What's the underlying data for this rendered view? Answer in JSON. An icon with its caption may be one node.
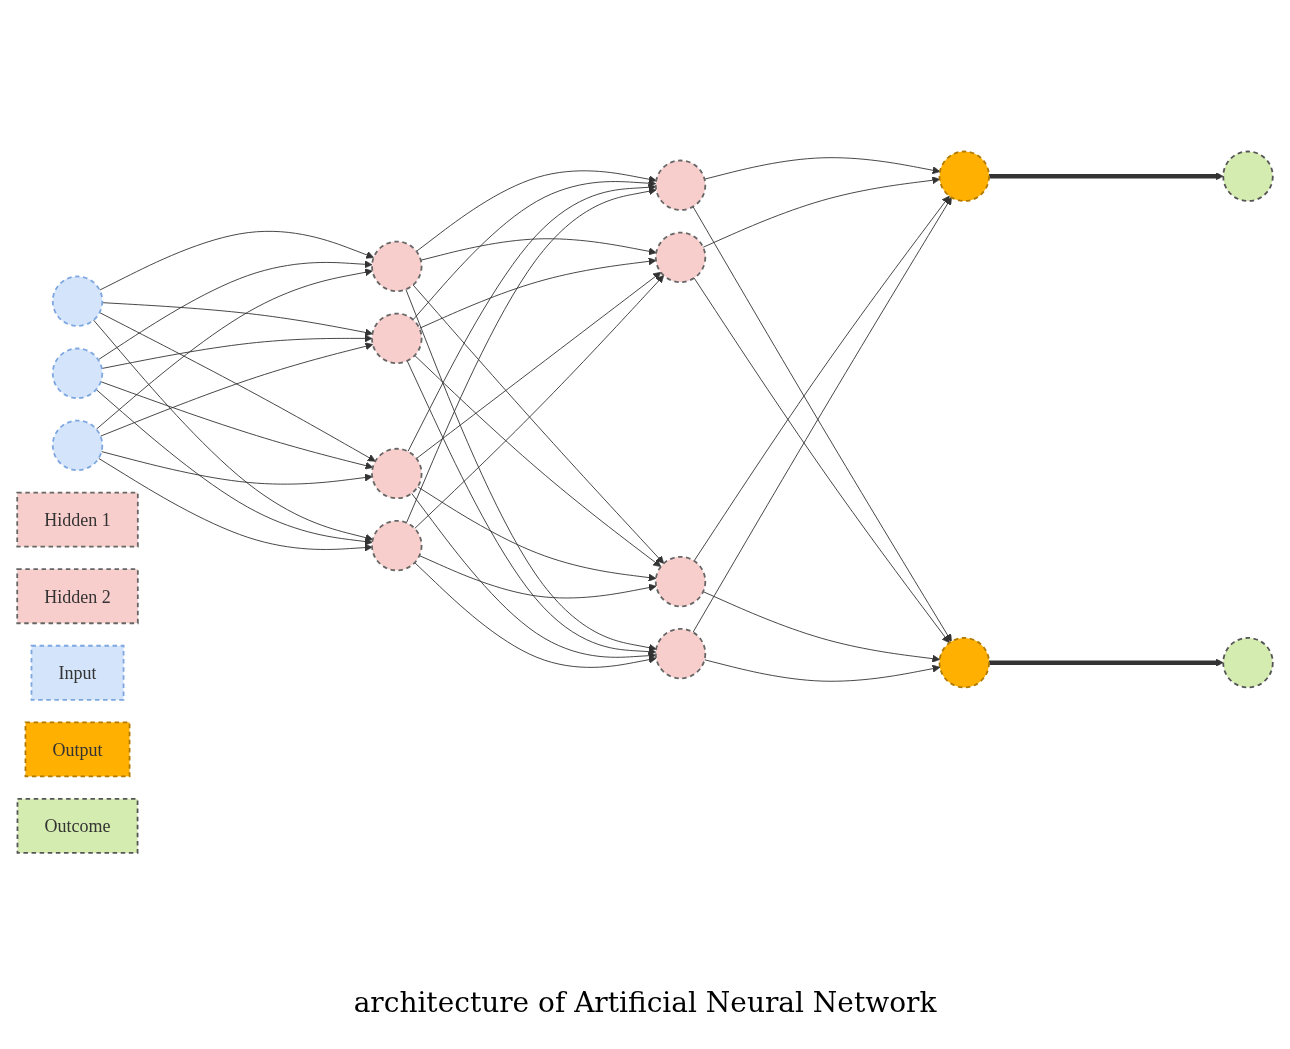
{
  "diagram": {
    "caption": "architecture of Artificial Neural Network",
    "nodes": [
      {
        "text": [
          "Hidden 1"
        ]
      },
      {
        "text": [
          "Hidden 2"
        ]
      },
      {
        "text": [
          "Input"
        ]
      },
      {
        "text": [
          "Output"
        ]
      },
      {
        "text": [
          "Outcome"
        ]
      },
      {
        "text": [],
        "shape": "circle"
      },
      {
        "text": [],
        "shape": "circle"
      },
      {
        "text": [],
        "shape": "circle"
      },
      {
        "text": [],
        "shape": "circle"
      },
      {
        "text": [],
        "shape": "circle"
      },
      {
        "text": [],
        "shape": "circle"
      },
      {
        "text": [],
        "shape": "circle"
      },
      {
        "text": [],
        "shape": "circle"
      },
      {
        "text": [],
        "shape": "circle"
      },
      {
        "text": [],
        "shape": "circle"
      },
      {
        "text": [],
        "shape": "circle"
      },
      {
        "text": [],
        "shape": "circle"
      },
      {
        "text": [],
        "shape": "circle"
      },
      {
        "text": [],
        "shape": "circle"
      },
      {
        "text": [],
        "shape": "circle"
      }
    ],
    "edges": [
      {
        "from": 5,
        "to": 8,
        "arrow": "to"
      },
      {
        "from": 5,
        "to": 9,
        "arrow": "to"
      },
      {
        "from": 5,
        "to": 10,
        "arrow": "to"
      },
      {
        "from": 5,
        "to": 11,
        "arrow": "to"
      },
      {
        "from": 6,
        "to": 8,
        "arrow": "to"
      },
      {
        "from": 6,
        "to": 9,
        "arrow": "to"
      },
      {
        "from": 6,
        "to": 10,
        "arrow": "to"
      },
      {
        "from": 6,
        "to": 11,
        "arrow": "to"
      },
      {
        "from": 7,
        "to": 8,
        "arrow": "to"
      },
      {
        "from": 7,
        "to": 9,
        "arrow": "to"
      },
      {
        "from": 7,
        "to": 10,
        "arrow": "to"
      },
      {
        "from": 7,
        "to": 11,
        "arrow": "to"
      },
      {
        "from": 8,
        "to": 12,
        "arrow": "to"
      },
      {
        "from": 8,
        "to": 13,
        "arrow": "to"
      },
      {
        "from": 8,
        "to": 14,
        "arrow": "to"
      },
      {
        "from": 8,
        "to": 15,
        "arrow": "to"
      },
      {
        "from": 9,
        "to": 12,
        "arrow": "to"
      },
      {
        "from": 9,
        "to": 13,
        "arrow": "to"
      },
      {
        "from": 9,
        "to": 14,
        "arrow": "to"
      },
      {
        "from": 9,
        "to": 15,
        "arrow": "to"
      },
      {
        "from": 10,
        "to": 12,
        "arrow": "to"
      },
      {
        "from": 10,
        "to": 13,
        "arrow": "to"
      },
      {
        "from": 10,
        "to": 14,
        "arrow": "to"
      },
      {
        "from": 10,
        "to": 15,
        "arrow": "to"
      },
      {
        "from": 11,
        "to": 12,
        "arrow": "to"
      },
      {
        "from": 11,
        "to": 13,
        "arrow": "to"
      },
      {
        "from": 11,
        "to": 14,
        "arrow": "to"
      },
      {
        "from": 11,
        "to": 15,
        "arrow": "to"
      },
      {
        "from": 12,
        "to": 16,
        "arrow": "to"
      },
      {
        "from": 12,
        "to": 17,
        "arrow": "to"
      },
      {
        "from": 13,
        "to": 16,
        "arrow": "to"
      },
      {
        "from": 13,
        "to": 17,
        "arrow": "to"
      },
      {
        "from": 14,
        "to": 16,
        "arrow": "to"
      },
      {
        "from": 14,
        "to": 17,
        "arrow": "to"
      },
      {
        "from": 15,
        "to": 16,
        "arrow": "to"
      },
      {
        "from": 15,
        "to": 17,
        "arrow": "to"
      },
      {
        "from": 16,
        "to": 18,
        "arrow": "to",
        "style": "thick"
      },
      {
        "from": 17,
        "to": 19,
        "arrow": "to",
        "style": "thick"
      }
    ]
  }
}
